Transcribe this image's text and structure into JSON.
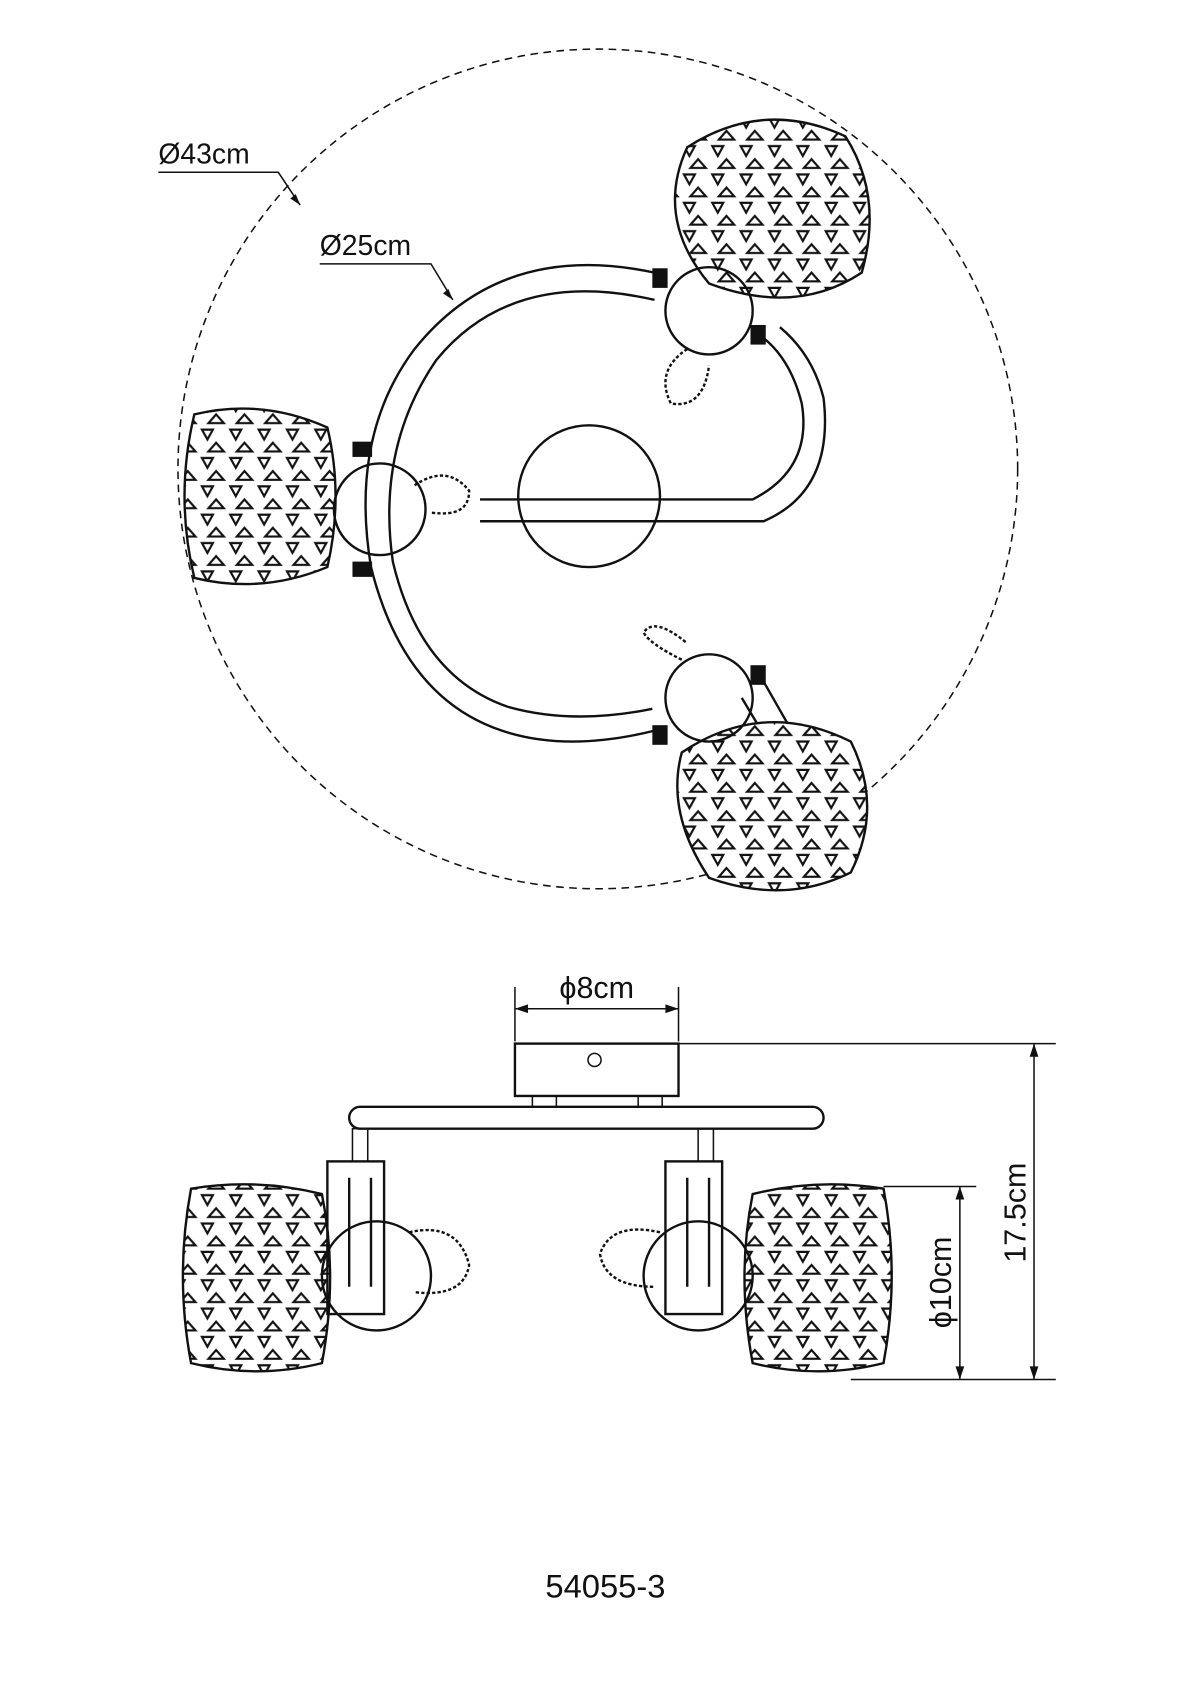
{
  "top_view": {
    "outer_diameter_label": "Ø43cm",
    "arm_diameter_label": "Ø25cm"
  },
  "side_view": {
    "canopy_diameter_label": "ϕ8cm",
    "height_label": "17.5cm",
    "shade_diameter_label": "ϕ10cm"
  },
  "model_number": "54055-3",
  "colors": {
    "line": "#111111",
    "background": "#ffffff"
  }
}
